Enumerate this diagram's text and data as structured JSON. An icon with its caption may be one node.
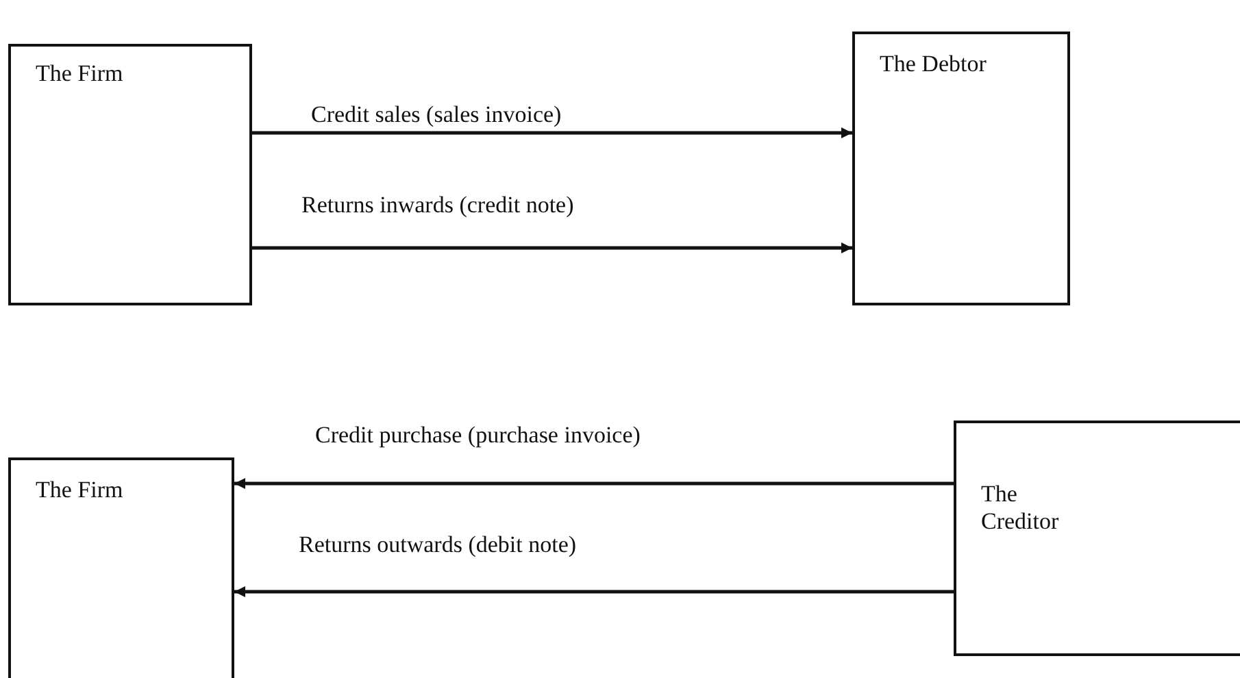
{
  "diagram": {
    "nodes": [
      {
        "text": [
          "The Firm"
        ]
      },
      {
        "text": [
          "The Debtor"
        ]
      },
      {
        "text": [
          "The Firm"
        ]
      },
      {
        "text": [
          "The Creditor"
        ]
      }
    ],
    "edges": [
      {
        "from": 0,
        "to": 1,
        "arrow": "to",
        "label": "Credit sales (sales invoice)"
      },
      {
        "from": 0,
        "to": 1,
        "arrow": "to",
        "label": "Returns inwards (credit note)"
      },
      {
        "from": 3,
        "to": 2,
        "arrow": "to",
        "label": "Credit purchase (purchase invoice)"
      },
      {
        "from": 3,
        "to": 2,
        "arrow": "to",
        "label": "Returns outwards (debit note)"
      }
    ]
  }
}
